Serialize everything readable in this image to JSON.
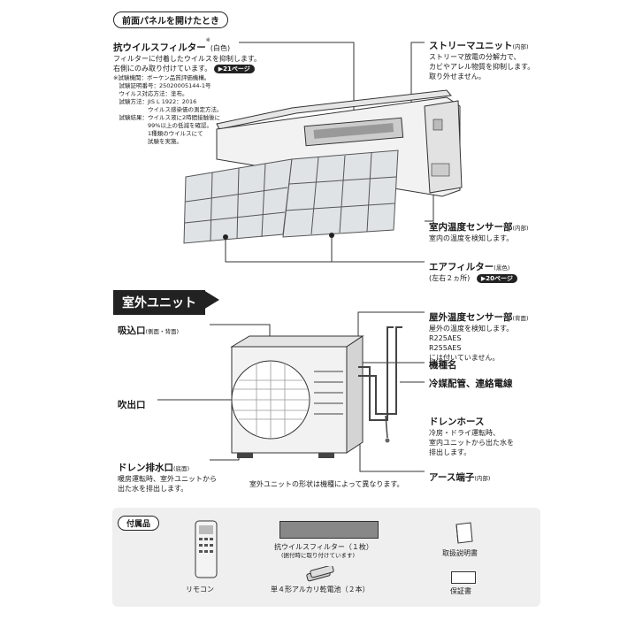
{
  "indoor": {
    "section_title": "前面パネルを開けたとき",
    "antivirus_filter": {
      "title": "抗ウイルスフィルター",
      "note_mark": "※",
      "suffix": "(白色)",
      "desc1": "フィルターに付着したウイルスを抑制します。",
      "desc2": "右側にのみ取り付けています。",
      "page_ref": "▶21ページ"
    },
    "test_notes": [
      "※試験機関：ボーケン品質評価機構。",
      "　試験証明番号：25020005144-1号",
      "　ウイルス対応方法：塗布。",
      "　試験方法：JIS L 1922：2016",
      "　　　　　　ウイルス感染価の測定方法。",
      "　試験結果：ウイルス液に2時間接触後に",
      "　　　　　　99%以上の低減を確認。",
      "　　　　　　1種類のウイルスにて",
      "　　　　　　試験を実施。"
    ],
    "streamer": {
      "title": "ストリーマユニット",
      "suffix": "(内部)",
      "desc": [
        "ストリーマ放電の分解力で、",
        "カビやアレル物質を抑制します。",
        "取り外せません。"
      ]
    },
    "room_temp_sensor": {
      "title": "室内温度センサー部",
      "suffix": "(内部)",
      "desc": "室内の温度を検知します。"
    },
    "air_filter": {
      "title": "エアフィルター",
      "suffix": "(黒色)",
      "desc": "(左右２ヵ所)",
      "page_ref": "▶20ページ"
    }
  },
  "outdoor": {
    "section_title": "室外ユニット",
    "intake": {
      "title": "吸込口",
      "suffix": "(側面・背面)"
    },
    "outlet": {
      "title": "吹出口"
    },
    "drain_outlet": {
      "title": "ドレン排水口",
      "suffix": "(底面)",
      "desc": [
        "暖房運転時、室外ユニットから",
        "出た水を排出します。"
      ]
    },
    "outdoor_temp_sensor": {
      "title": "屋外温度センサー部",
      "suffix": "(背面)",
      "desc": [
        "屋外の温度を検知します。",
        "R225AES",
        "R255AES",
        "には付いていません。"
      ]
    },
    "model_name": {
      "title": "機種名"
    },
    "refrigerant_pipe": {
      "title": "冷媒配管、連絡電線"
    },
    "drain_hose": {
      "title": "ドレンホース",
      "desc": [
        "冷房・ドライ運転時、",
        "室内ユニットから出た水を",
        "排出します。"
      ]
    },
    "earth_terminal": {
      "title": "アース端子",
      "suffix": "(内部)"
    },
    "shape_note": "室外ユニットの形状は機種によって異なります。"
  },
  "accessories": {
    "title": "付属品",
    "remote": "リモコン",
    "filter": "抗ウイルスフィルター（１枚）",
    "filter_note": "(据付時に取り付けています)",
    "battery": "単４形アルカリ乾電池（２本）",
    "manual": "取扱説明書",
    "warranty": "保証書"
  }
}
